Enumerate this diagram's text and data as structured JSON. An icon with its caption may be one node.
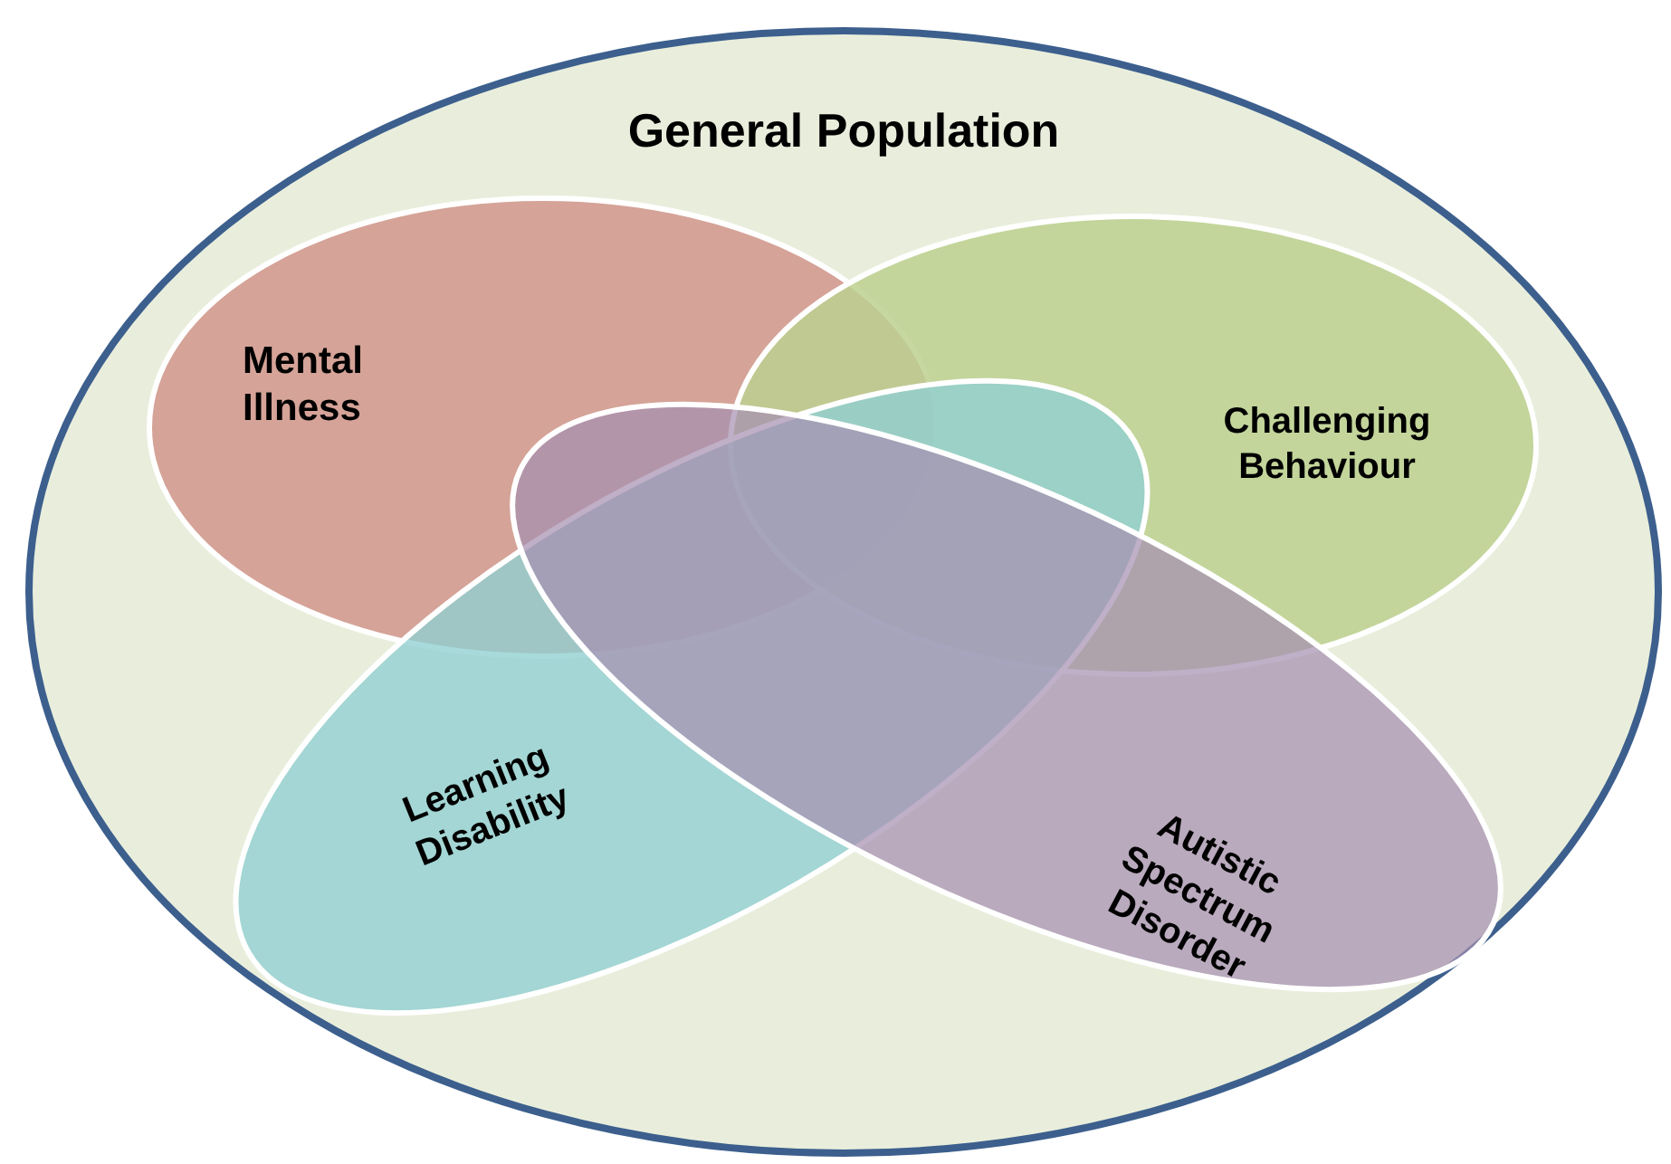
{
  "diagram": {
    "nodes": [
      {
        "text": [
          "General Population"
        ]
      },
      {
        "text": [
          "Mental Illness"
        ],
        "in": 0
      },
      {
        "text": [
          "Challenging Behaviour"
        ],
        "in": 0
      },
      {
        "text": [
          "Learning Disability"
        ],
        "in": 0
      },
      {
        "text": [
          "Autistic Spectrum Disorder"
        ],
        "in": 0
      }
    ],
    "edges": []
  }
}
